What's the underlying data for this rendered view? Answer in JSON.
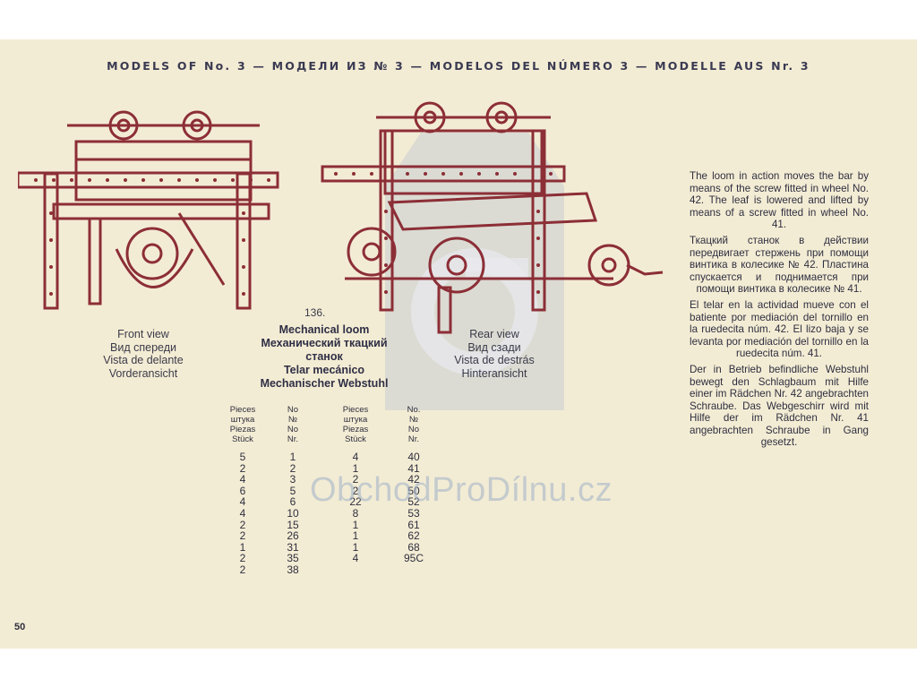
{
  "header": {
    "title": "MODELS OF No. 3 — МОДЕЛИ ИЗ № 3 — MODELOS DEL NÚMERO 3 — MODELLE AUS Nr. 3"
  },
  "front_caption": [
    "Front view",
    "Вид спереди",
    "Vista de delante",
    "Vorderansicht"
  ],
  "rear_caption": [
    "Rear view",
    "Вид сзади",
    "Vista de destrás",
    "Hinteransicht"
  ],
  "model": {
    "number": "136.",
    "title": [
      "Mechanical loom",
      "Механический ткацкий",
      "станок",
      "Telar mecánico",
      "Mechanischer Webstuhl"
    ]
  },
  "parts": {
    "headers": [
      [
        "Pieces",
        "штука",
        "Piezas",
        "Stück"
      ],
      [
        "No",
        "№",
        "No",
        "Nr."
      ],
      [
        "Pieces",
        "штука",
        "Piezas",
        "Stück"
      ],
      [
        "No.",
        "№",
        "No",
        "Nr."
      ]
    ],
    "rows": [
      [
        "5",
        "1",
        "4",
        "40"
      ],
      [
        "2",
        "2",
        "1",
        "41"
      ],
      [
        "4",
        "3",
        "2",
        "42"
      ],
      [
        "6",
        "5",
        "2",
        "50"
      ],
      [
        "4",
        "6",
        "22",
        "52"
      ],
      [
        "4",
        "10",
        "8",
        "53"
      ],
      [
        "2",
        "15",
        "1",
        "61"
      ],
      [
        "2",
        "26",
        "1",
        "62"
      ],
      [
        "1",
        "31",
        "1",
        "68"
      ],
      [
        "2",
        "35",
        "4",
        "95C"
      ],
      [
        "2",
        "38",
        "",
        ""
      ]
    ]
  },
  "description": [
    "The loom in action moves the bar by means of the screw fitted in wheel No. 42. The leaf is lowered and lifted by means of a screw fitted in wheel No. 41.",
    "Ткацкий станок в действии передвигает стержень при помощи винтика в колесике № 42. Пластина спускается и поднимается при помощи винтика в колесике № 41.",
    "El telar en la actividad mueve con el batiente por mediación del tornillo en la ruedecita núm. 42. El lizo baja y se levanta por mediación del tornillo en la ruedecita núm. 41.",
    "Der in Betrieb befindliche Webstuhl bewegt den Schlagbaum mit Hilfe einer im Rädchen Nr. 42 angebrachten Schraube. Das Webgeschirr wird mit Hilfe der im Rädchen Nr. 41 angebrachten Schraube in Gang gesetzt."
  ],
  "page_number": "50",
  "watermark": "ObchodProDílnu.cz",
  "colors": {
    "paper": "#f3ecd4",
    "ink_red": "#8c2e36",
    "ink_text": "#2e2e40",
    "watermark": "#9fb1c9"
  }
}
